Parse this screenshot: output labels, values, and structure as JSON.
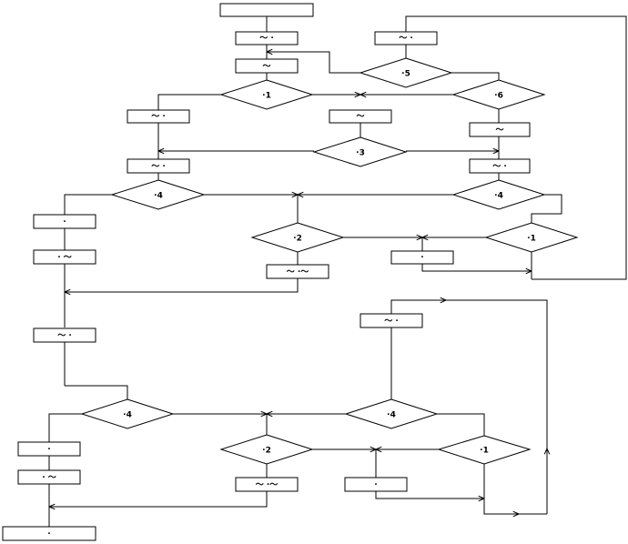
{
  "diagram": {
    "labels": {
      "n_start": "",
      "n_b1": "～ ·",
      "n_b2": "～",
      "n_d1": "·1",
      "n_b3": "～ ·",
      "n_b4": "～",
      "n_b5": "～ ·",
      "n_bR1": "～ ·",
      "n_d5": "·5",
      "n_d6": "·6",
      "n_bR2": "～",
      "n_d3": "·3",
      "n_bR3": "～ ·",
      "n_d4a": "·4",
      "n_d4b": "·4",
      "n_b6": "·",
      "n_b7": "· ～",
      "n_d2a": "·2",
      "n_b8": "～ ·～",
      "n_d1b": "·1",
      "n_b9": "·",
      "n_b10": "～ ·",
      "n_b11": "～ ·",
      "n_d4c": "·4",
      "n_d4d": "·4",
      "n_b12": "·",
      "n_b13": "· ～",
      "n_d2b": "·2",
      "n_b14": "～ ·～",
      "n_d1c": "·1",
      "n_b15": "·",
      "n_end": "·"
    }
  }
}
